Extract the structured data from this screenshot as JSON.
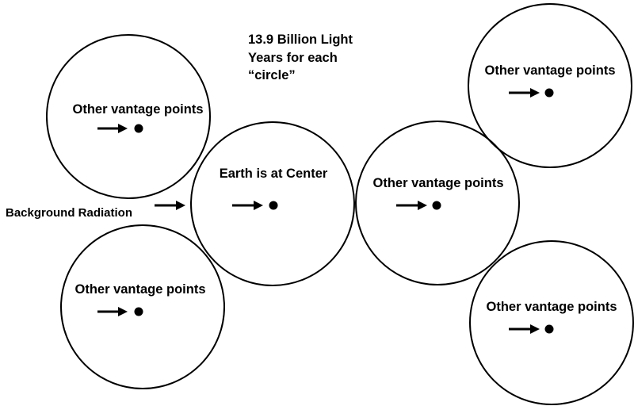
{
  "note": {
    "lines": [
      "13.9 Billion Light",
      "Years for each",
      "“circle”"
    ]
  },
  "background_label": "Background Radiation",
  "circles": [
    {
      "id": "earth",
      "label": "Earth is at Center"
    },
    {
      "id": "top-left",
      "label": "Other vantage points"
    },
    {
      "id": "bottom-left",
      "label": "Other vantage points"
    },
    {
      "id": "middle-right",
      "label": "Other vantage points"
    },
    {
      "id": "top-right",
      "label": "Other vantage points"
    },
    {
      "id": "bottom-right",
      "label": "Other vantage points"
    }
  ],
  "colors": {
    "ink": "#000000",
    "background": "#ffffff"
  }
}
